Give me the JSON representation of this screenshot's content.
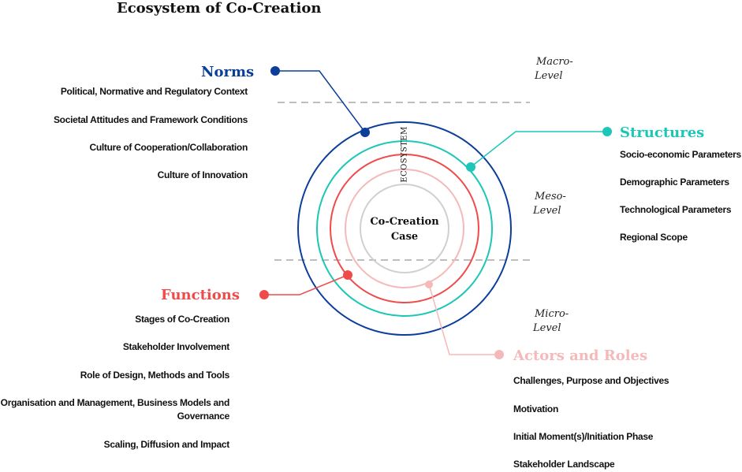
{
  "title": "Ecosystem of Co-Creation",
  "center": {
    "line1": "Co-Creation",
    "line2": "Case"
  },
  "ring_label": "ECOSYSTEM",
  "levels": {
    "macro": [
      "Macro-",
      "Level"
    ],
    "meso": [
      "Meso-",
      "Level"
    ],
    "micro": [
      "Micro-",
      "Level"
    ]
  },
  "norms": {
    "heading": "Norms",
    "color": "#0a3e9a",
    "items": [
      "Political, Normative and Regulatory Context",
      "Societal Attitudes and Framework Conditions",
      "Culture of Cooperation/Collaboration",
      "Culture of Innovation"
    ]
  },
  "structures": {
    "heading": "Structures",
    "color": "#1cc7b8",
    "items": [
      "Socio-economic Parameters",
      "Demographic Parameters",
      "Technological Parameters",
      "Regional Scope"
    ]
  },
  "functions": {
    "heading": "Functions",
    "color": "#ef4b4b",
    "items": [
      "Stages of Co-Creation",
      "Stakeholder Involvement",
      "Role of Design, Methods and Tools",
      "Organisation and Management, Business Models and",
      "Governance",
      "Scaling, Diffusion and Impact"
    ]
  },
  "actors": {
    "heading": "Actors and Roles",
    "color": "#f5b9b9",
    "items": [
      "Challenges, Purpose and Objectives",
      "Motivation",
      "Initial Moment(s)/Initiation Phase",
      "Stakeholder Landscape"
    ]
  },
  "inner_ring_color": "#d0d0d0",
  "divider_color": "#a8a8a8"
}
